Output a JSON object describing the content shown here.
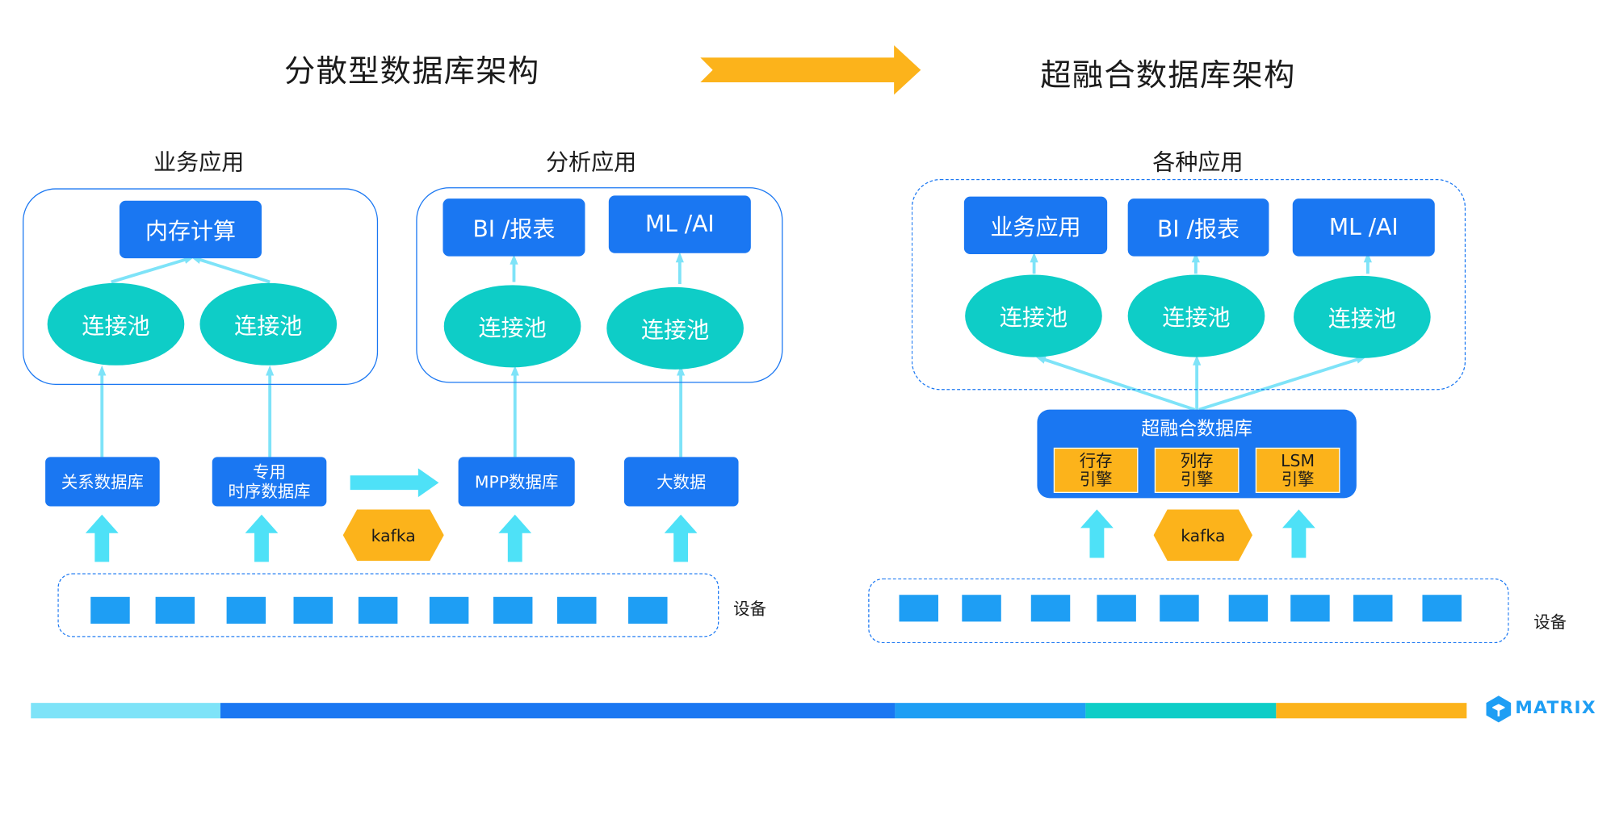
{
  "titles": {
    "left": "分散型数据库架构",
    "right": "超融合数据库架构"
  },
  "left": {
    "biz_section": "业务应用",
    "analytics_section": "分析应用",
    "memory_compute": "内存计算",
    "bi_report": "BI /报表",
    "ml_ai": "ML /AI",
    "pool": "连接池",
    "rdb": "关系数据库",
    "tsdb_line1": "专用",
    "tsdb_line2": "时序数据库",
    "mpp": "MPP数据库",
    "bigdata": "大数据",
    "kafka": "kafka",
    "device_label": "设备"
  },
  "right": {
    "apps_section": "各种应用",
    "business": "业务应用",
    "bi_report": "BI /报表",
    "ml_ai": "ML /AI",
    "pool": "连接池",
    "hyper_db": "超融合数据库",
    "engines": [
      {
        "line1": "行存",
        "line2": "引擎"
      },
      {
        "line1": "列存",
        "line2": "引擎"
      },
      {
        "line1": "LSM",
        "line2": "引擎"
      }
    ],
    "kafka": "kafka",
    "device_label": "设备"
  },
  "footer": {
    "brand": "MATRIX",
    "bar_colors": [
      "#7ee3f8",
      "#1a77f2",
      "#1a77f2",
      "#1e9ef4",
      "#0ecdc7",
      "#fcb31b"
    ]
  },
  "colors": {
    "primary_blue": "#1a77f2",
    "teal": "#0ecdc7",
    "orange": "#fcb31b",
    "light_cyan": "#7ee3f8"
  }
}
